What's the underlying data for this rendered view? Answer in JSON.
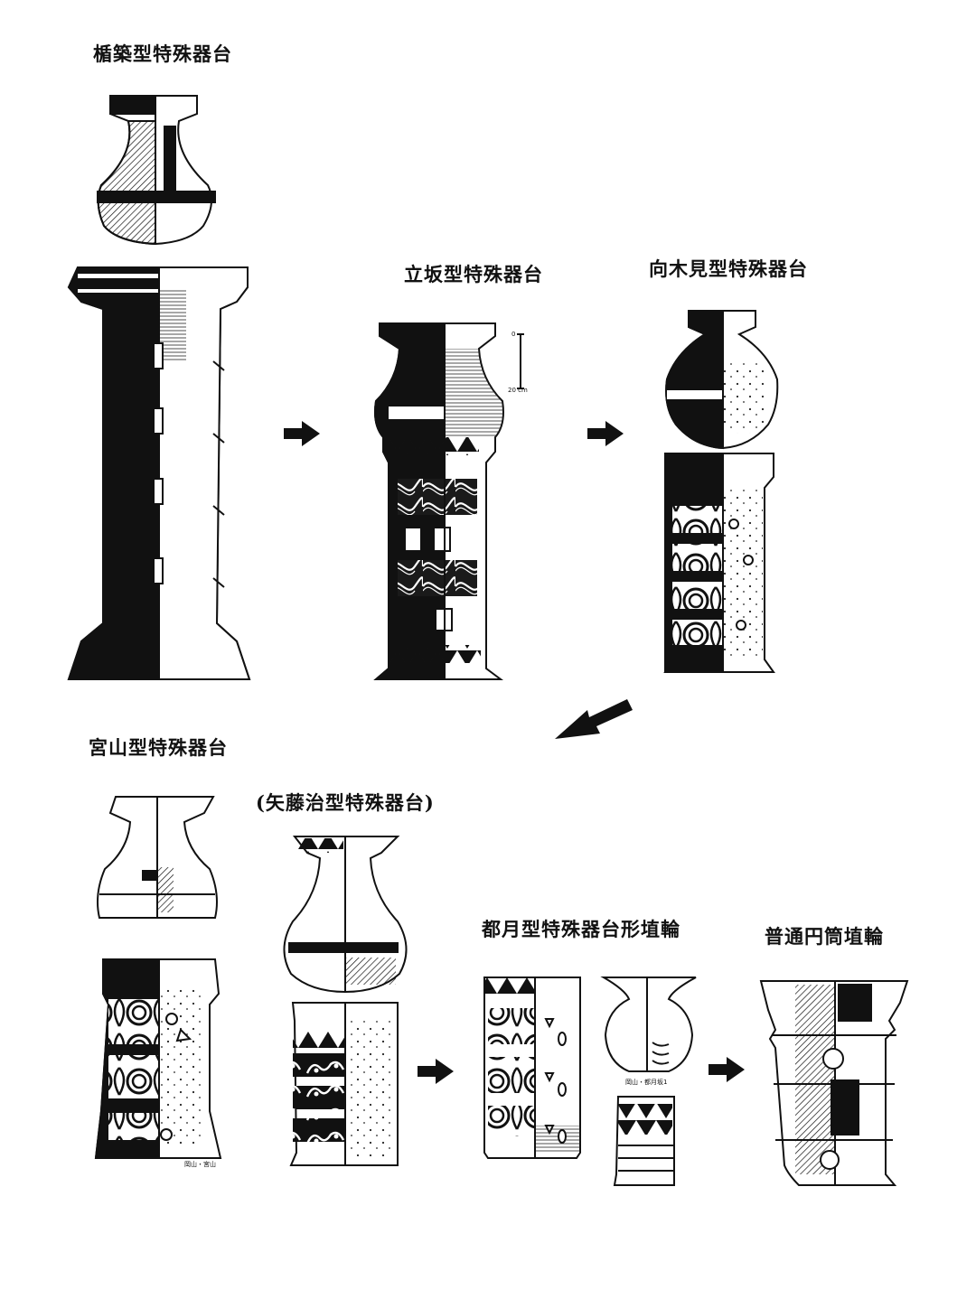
{
  "labels": {
    "tatetsuki": "楯築型特殊器台",
    "tatesaka": "立坂型特殊器台",
    "mukogimi": "向木見型特殊器台",
    "miyayama": "宮山型特殊器台",
    "yafuji": "(矢藤治型特殊器台)",
    "totsuki": "都月型特殊器台形埴輪",
    "futsu": "普通円筒埴輪"
  },
  "captions": {
    "miyayama_site": "岡山・宮山",
    "totsuki_site": "岡山・都月坂1"
  },
  "scale": {
    "top": "0",
    "bottom": "20 cm"
  },
  "icons": {
    "arrows": [
      "arrow-right-icon",
      "arrow-right-icon",
      "arrow-down-left-icon",
      "arrow-right-icon",
      "arrow-right-icon"
    ]
  }
}
